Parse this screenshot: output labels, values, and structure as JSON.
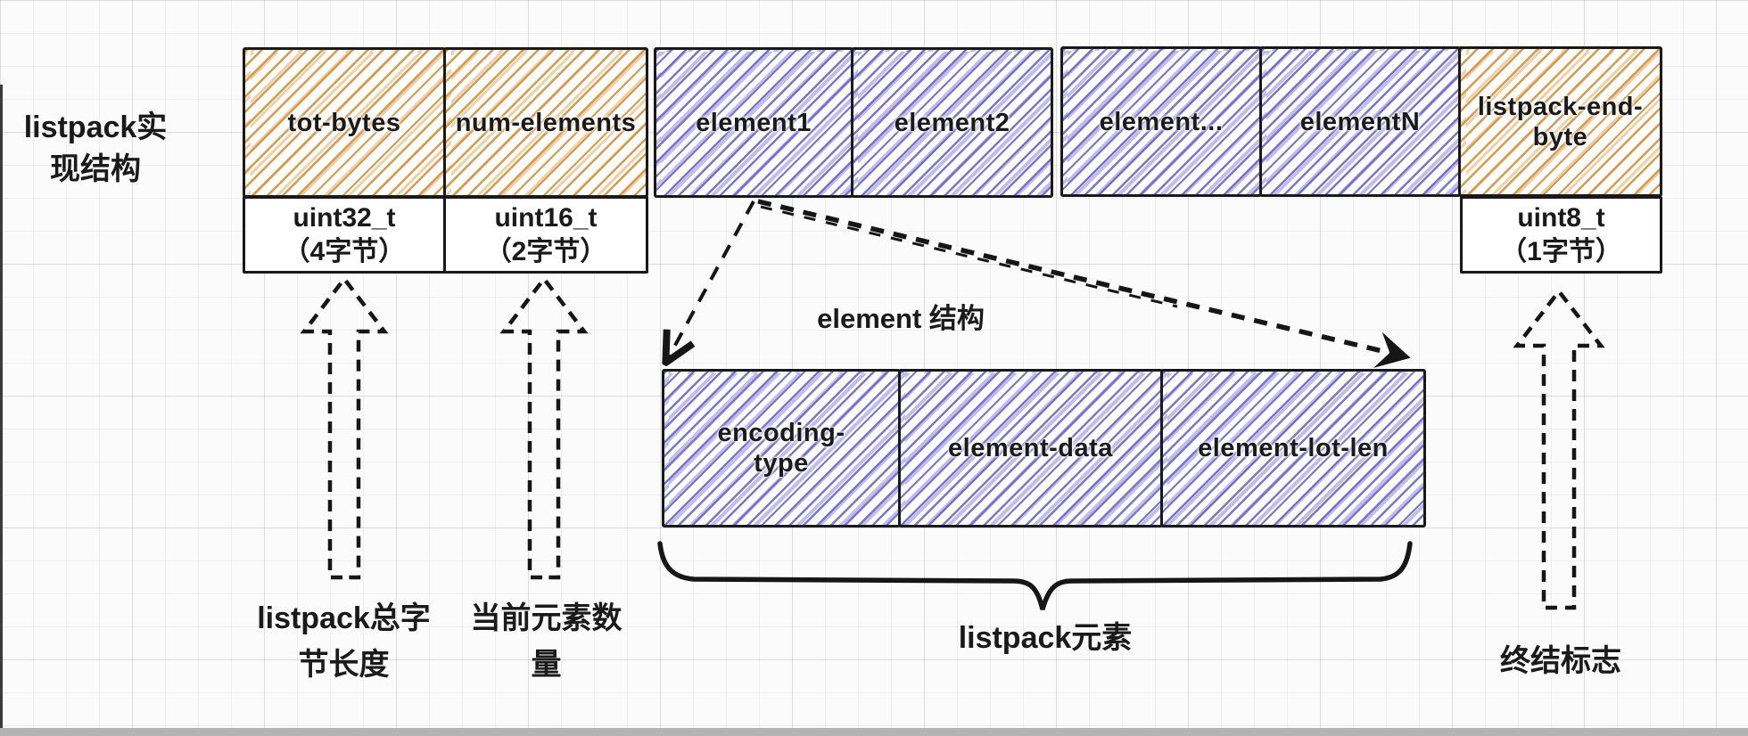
{
  "title": {
    "line1": "listpack实",
    "line2": "现结构"
  },
  "top_row": {
    "cells": [
      {
        "label": "tot-bytes",
        "fill": "orange"
      },
      {
        "label": "num-elements",
        "fill": "orange"
      },
      {
        "label": "element1",
        "fill": "purple"
      },
      {
        "label": "element2",
        "fill": "purple"
      },
      {
        "label": "element...",
        "fill": "purple"
      },
      {
        "label": "elementN",
        "fill": "purple"
      },
      {
        "line1": "listpack-end-",
        "line2": "byte",
        "fill": "orange"
      }
    ]
  },
  "type_row": {
    "tot_bytes": {
      "type": "uint32_t",
      "size": "（4字节）"
    },
    "num_elements": {
      "type": "uint16_t",
      "size": "（2字节）"
    },
    "end_byte": {
      "type": "uint8_t",
      "size": "（1字节）"
    }
  },
  "element_struct": {
    "label": "element 结构",
    "cells": [
      {
        "line1": "encoding-",
        "line2": "type"
      },
      {
        "line1": "element-data"
      },
      {
        "line1": "element-lot-len"
      }
    ]
  },
  "annotations": {
    "tot_bytes_line1": "listpack总字",
    "tot_bytes_line2": "节长度",
    "num_elements_line1": "当前元素数",
    "num_elements_line2": "量",
    "listpack_element": "listpack元素",
    "end_marker": "终结标志"
  },
  "colors": {
    "orange_hatch": "#dd9e4e",
    "purple_hatch": "#7a72d6",
    "ink": "#1a1a1a",
    "paper": "#fbfbfb"
  }
}
